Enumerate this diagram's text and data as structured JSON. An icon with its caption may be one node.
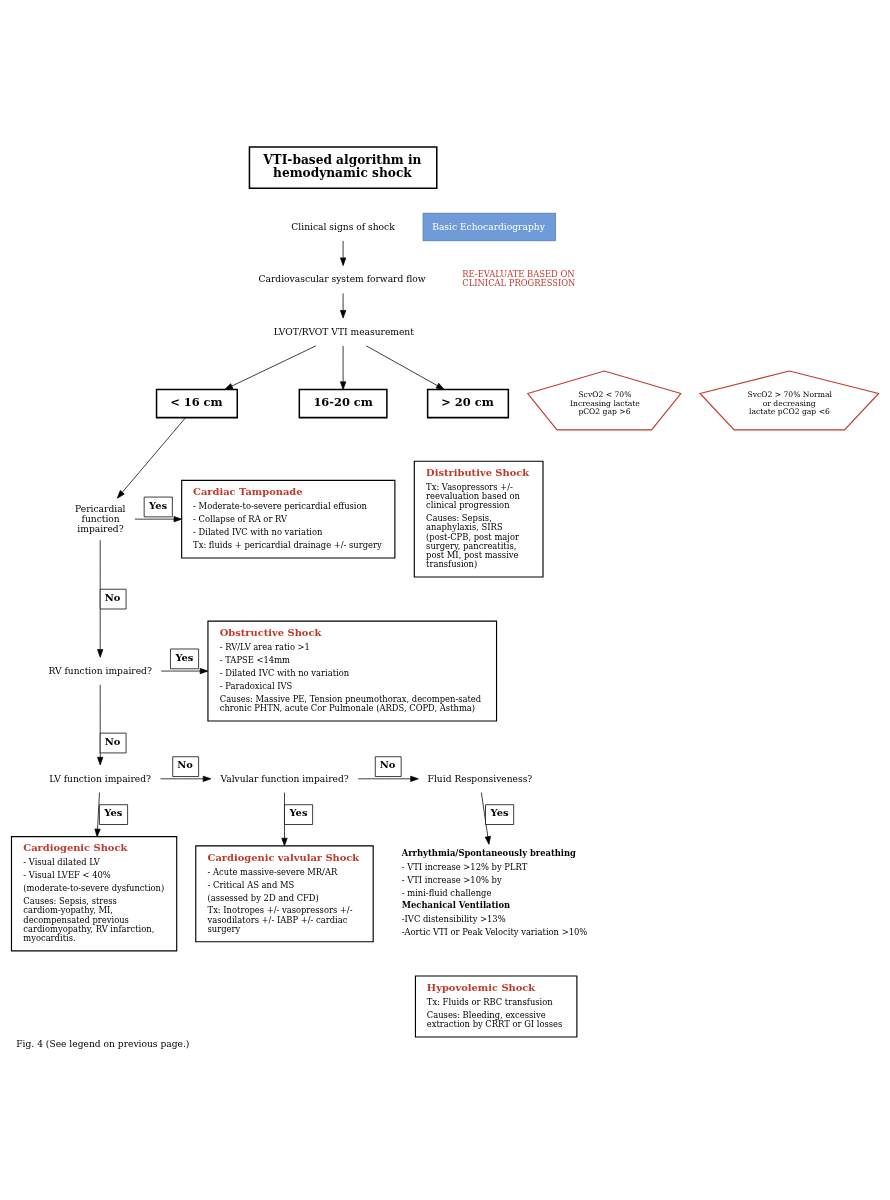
{
  "diagram": {
    "caption": "Fig. 4 (See legend on previous page.)",
    "nodes": [
      {
        "text": [
          "VTI-based algorithm in hemodynamic shock"
        ]
      },
      {
        "text": [
          "Clinical signs of shock"
        ]
      },
      {
        "text": [
          "Basic Echocardiography"
        ]
      },
      {
        "text": [
          "Cardiovascular system forward flow"
        ]
      },
      {
        "text": [
          "LVOT/RVOT VTI measurement"
        ]
      },
      {
        "text": [
          "< 16 cm"
        ]
      },
      {
        "text": [
          "ScvO2 < 70% Increasing lactate pCO2 gap >6"
        ]
      },
      {
        "text": [
          "16-20 cm"
        ]
      },
      {
        "text": [
          "SvcO2 > 70% Normal or decreasing lactate pCO2 gap <6"
        ]
      },
      {
        "text": [
          "> 20 cm"
        ]
      },
      {
        "text": [
          "Distributive Shock",
          "Tx: Vasopressors +/- reevaluation based on clinical progression",
          "Causes: Sepsis, anaphylaxis, SIRS (post-CPB, post major surgery, pancreatitis, post MI, post massive transfusion)"
        ]
      },
      {
        "text": [
          "Pericardial function impaired?"
        ]
      },
      {
        "text": [
          "Cardiac Tamponade",
          "- Moderate-to-severe pericardial effusion",
          "- Collapse of RA or RV",
          "- Dilated IVC with no variation",
          "Tx: fluids + pericardial drainage +/- surgery"
        ]
      },
      {
        "text": [
          "RV function impaired?"
        ]
      },
      {
        "text": [
          "Obstructive Shock",
          "- RV/LV area ratio >1",
          "- TAPSE <14mm",
          "- Dilated IVC with no variation",
          "- Paradoxical IVS",
          "Causes: Massive PE, Tension pneumothorax, decompen-sated chronic PHTN, acute Cor Pulmonale (ARDS, COPD, Asthma)"
        ]
      },
      {
        "text": [
          "LV function impaired?"
        ]
      },
      {
        "text": [
          "Valvular function impaired?"
        ]
      },
      {
        "text": [
          "Fluid Responsiveness?"
        ]
      },
      {
        "text": [
          "Cardiogenic Shock",
          "- Visual dilated LV",
          "- Visual LVEF < 40%",
          "(moderate-to-severe dysfunction)",
          "Causes: Sepsis, stress cardiom-yopathy, MI, decompensated previous cardiomyopathy, RV infarction, myocarditis."
        ]
      },
      {
        "text": [
          "Cardiogenic valvular Shock",
          "- Acute massive-severe MR/AR",
          "- Critical AS and MS",
          "(assessed by 2D and CFD)",
          "Tx: Inotropes +/- vasopressors +/- vasodilators +/- IABP +/- cardiac surgery"
        ]
      },
      {
        "text": [
          "Arrhythmia/Spontaneously breathing",
          "- VTI increase >12% by PLRT",
          "- VTI increase >10% by",
          "- mini-fluid challenge",
          "Mechanical Ventilation",
          "-IVC distensibility >13%",
          "-Aortic VTI or Peak Velocity variation >10%"
        ]
      },
      {
        "text": [
          "Hypovolemic Shock",
          "Tx: Fluids or RBC transfusion",
          "Causes: Bleeding, excessive extraction by CRRT or GI losses"
        ]
      }
    ],
    "edges": [
      {
        "from": 1,
        "to": 3,
        "arrow": "to"
      },
      {
        "from": 3,
        "to": 4,
        "arrow": "to"
      },
      {
        "from": 4,
        "to": 5,
        "arrow": "to"
      },
      {
        "from": 4,
        "to": 7,
        "arrow": "to"
      },
      {
        "from": 4,
        "to": 9,
        "arrow": "to"
      },
      {
        "from": 5,
        "to": 11,
        "arrow": "to"
      },
      {
        "from": 11,
        "to": 12,
        "arrow": "to",
        "label": "Yes"
      },
      {
        "from": 11,
        "to": 13,
        "arrow": "to",
        "label": "No"
      },
      {
        "from": 13,
        "to": 14,
        "arrow": "to",
        "label": "Yes"
      },
      {
        "from": 13,
        "to": 15,
        "arrow": "to",
        "label": "No"
      },
      {
        "from": 15,
        "to": 16,
        "arrow": "to",
        "label": "No"
      },
      {
        "from": 16,
        "to": 17,
        "arrow": "to",
        "label": "No"
      },
      {
        "from": 15,
        "to": 18,
        "arrow": "to",
        "label": "Yes"
      },
      {
        "from": 16,
        "to": 19,
        "arrow": "to",
        "label": "Yes"
      },
      {
        "from": 17,
        "to": 20,
        "arrow": "to",
        "label": "Yes"
      }
    ],
    "labels": [
      "RE-EVALUATE BASED ON CLINICAL PROGRESSION"
    ]
  }
}
